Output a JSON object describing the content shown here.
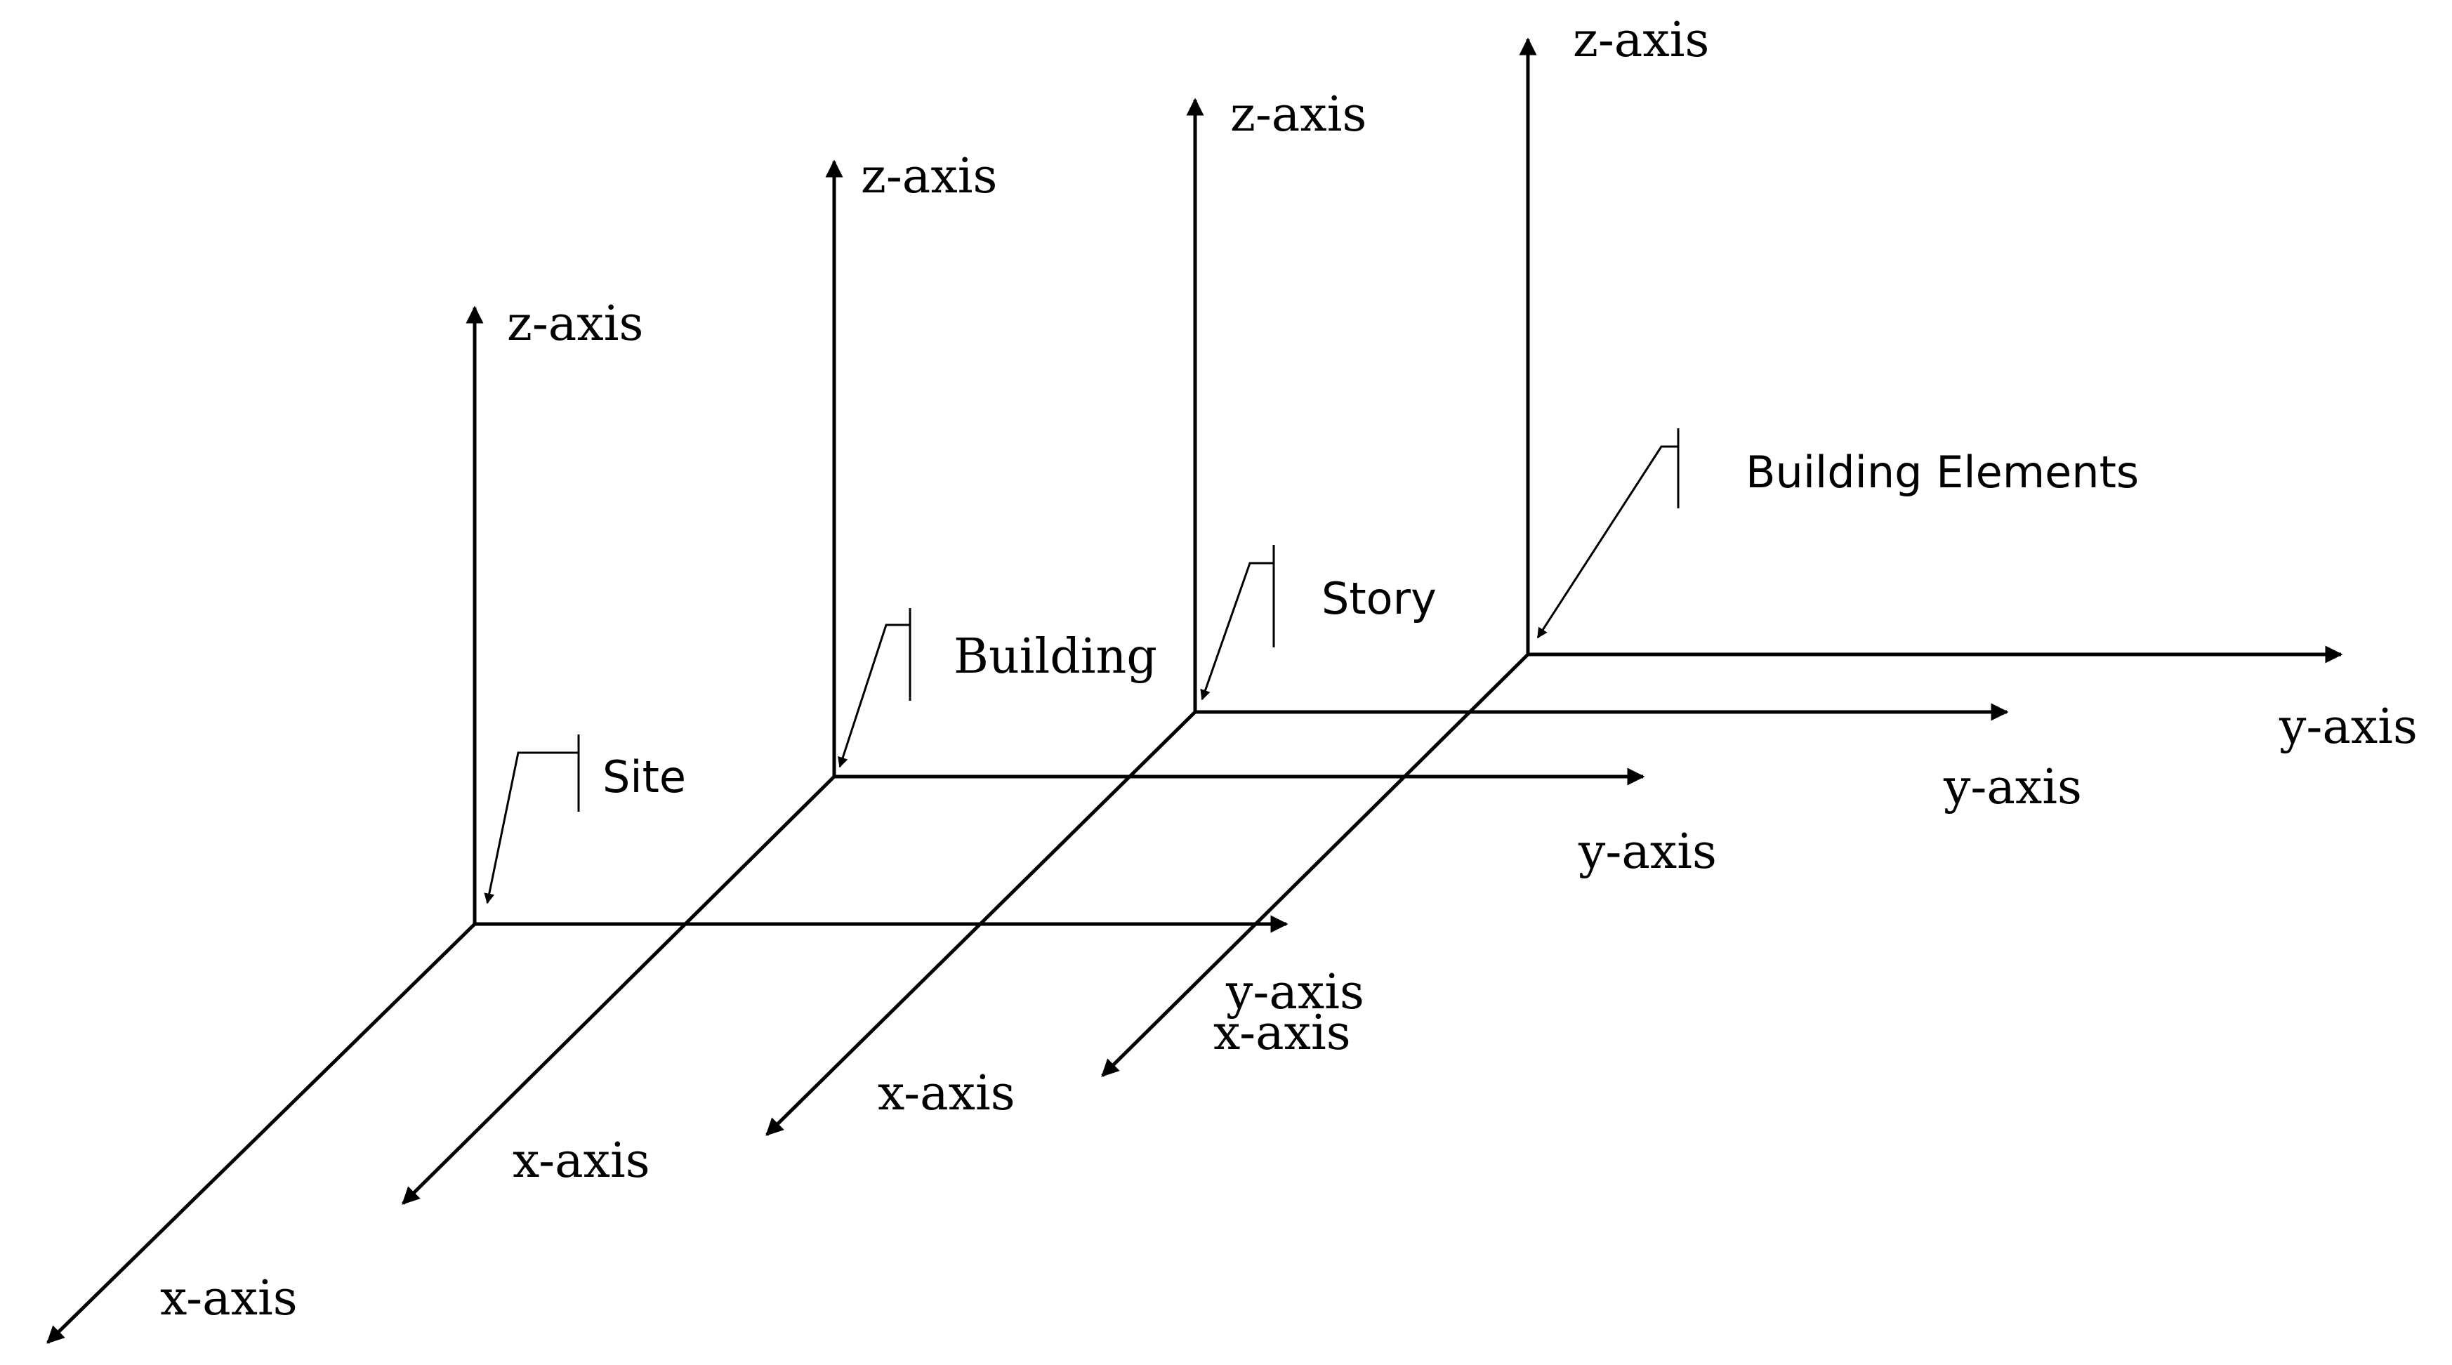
{
  "systems": [
    {
      "id": "site",
      "level_label": "Site",
      "z_label": "z-axis",
      "y_label": "y-axis",
      "x_label": "x-axis"
    },
    {
      "id": "building",
      "level_label": "Building",
      "z_label": "z-axis",
      "y_label": "y-axis",
      "x_label": "x-axis"
    },
    {
      "id": "story",
      "level_label": "Story",
      "z_label": "z-axis",
      "y_label": "y-axis",
      "x_label": "x-axis"
    },
    {
      "id": "building-elements",
      "level_label": "Building Elements",
      "z_label": "z-axis",
      "y_label": "y-axis",
      "x_label": "x-axis"
    }
  ]
}
